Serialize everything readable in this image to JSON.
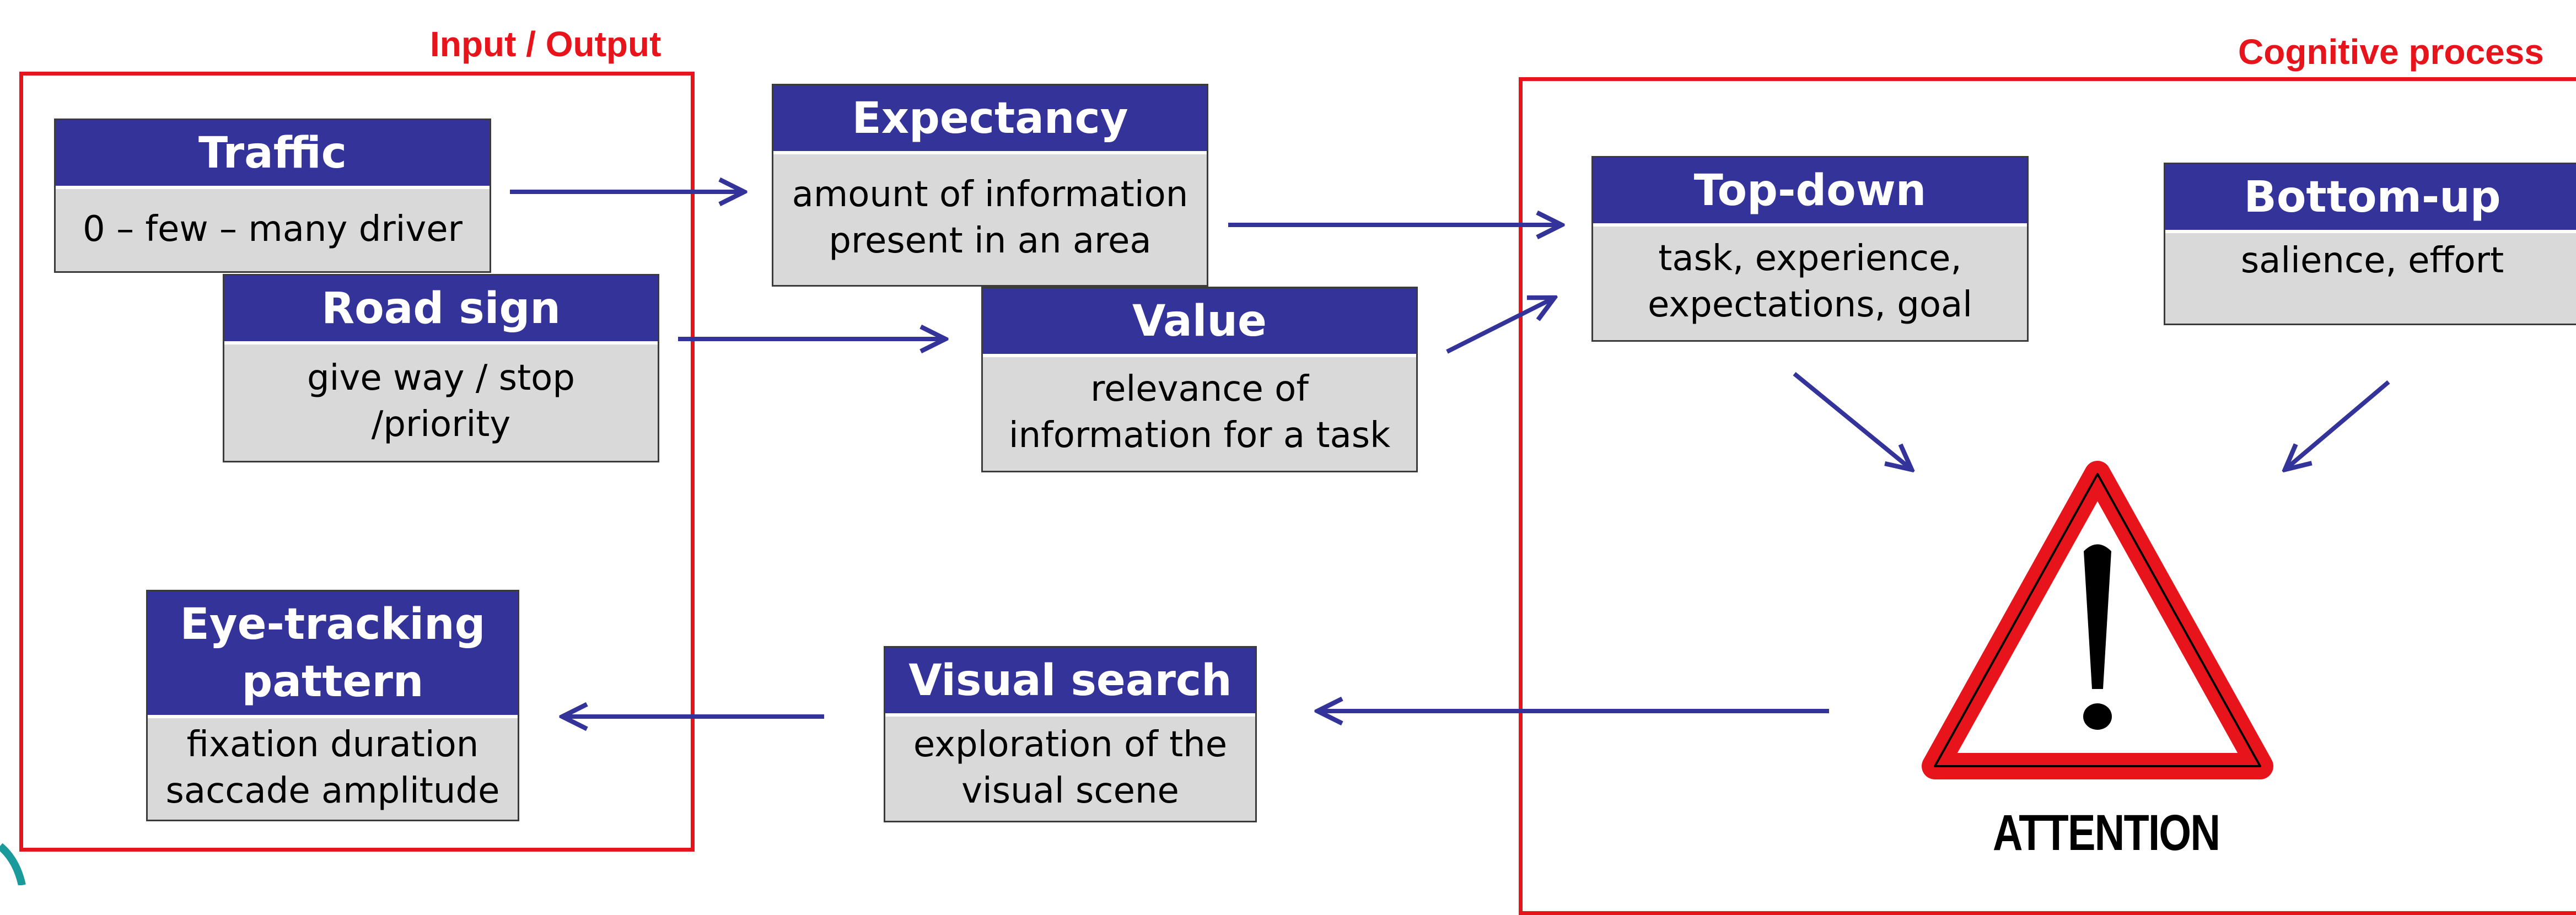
{
  "regions": {
    "io_label": "Input / Output",
    "cognitive_label": "Cognitive process"
  },
  "boxes": {
    "traffic": {
      "title": "Traffic",
      "body": "0 – few – many driver"
    },
    "road_sign": {
      "title": "Road sign",
      "body": "give way / stop\n/priority"
    },
    "expectancy": {
      "title": "Expectancy",
      "body": "amount of information\npresent in an area"
    },
    "value": {
      "title": "Value",
      "body": "relevance  of\ninformation for a task"
    },
    "top_down": {
      "title": "Top-down",
      "body": "task, experience,\nexpectations, goal"
    },
    "bottom_up": {
      "title": "Bottom-up",
      "body": "salience, effort"
    },
    "eye_tracking": {
      "title": "Eye-tracking\npattern",
      "body": "fixation duration\nsaccade amplitude"
    },
    "visual_search": {
      "title": "Visual search",
      "body": "exploration of the\nvisual scene"
    }
  },
  "attention": {
    "label": "ATTENTION",
    "icon": "warning-triangle-icon"
  },
  "colors": {
    "header": "#333399",
    "body": "#d9d9d9",
    "region": "#e8141c",
    "arrow": "#333399",
    "accent": "#1a9a9a"
  }
}
